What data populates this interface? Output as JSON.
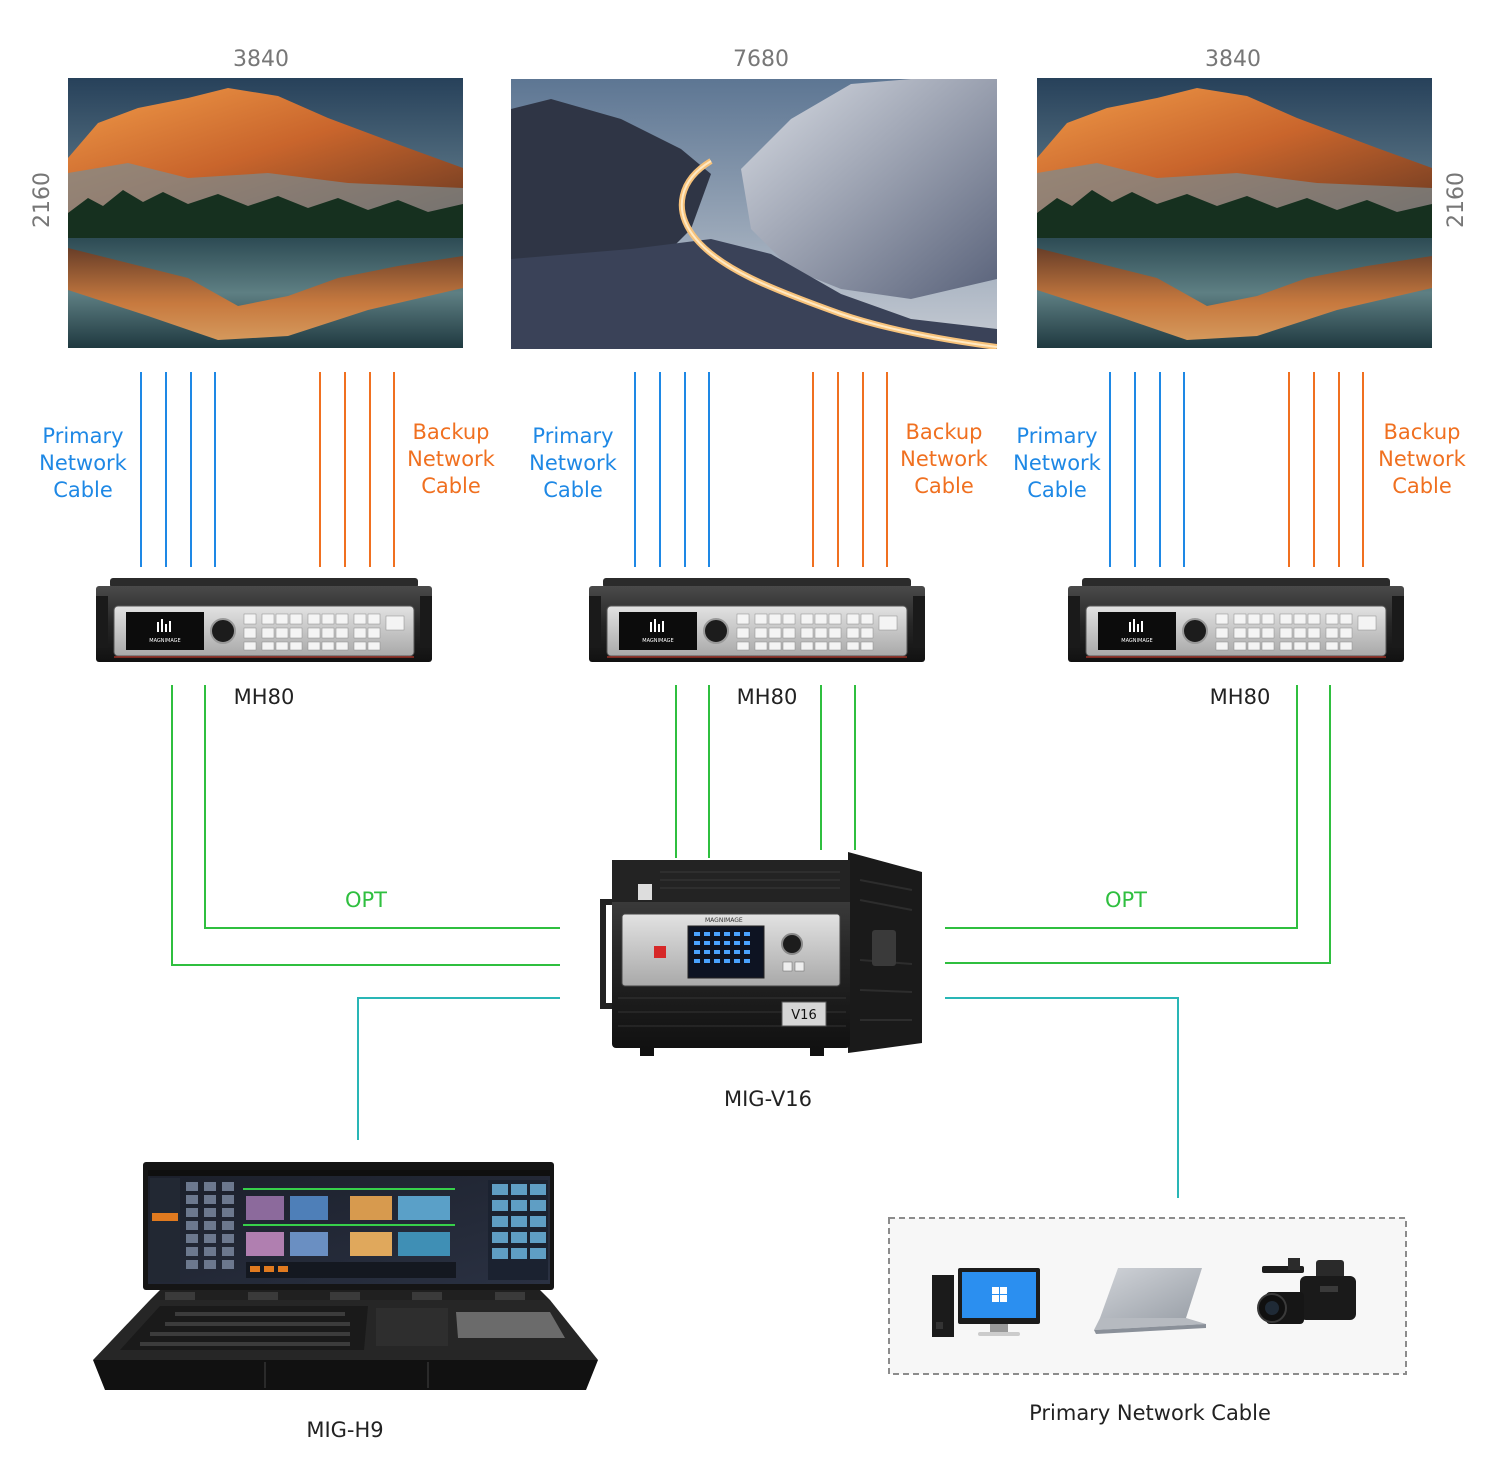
{
  "diagram": {
    "screens": {
      "left": {
        "width_label": "3840",
        "height_label": "2160",
        "image": "mountain-lake-image"
      },
      "center": {
        "width_label": "7680",
        "image": "night-mountain-road-image"
      },
      "right": {
        "width_label": "3840",
        "height_label": "2160",
        "image": "mountain-lake-image"
      }
    },
    "cable_labels": {
      "primary": [
        "Primary",
        "Network",
        "Cable"
      ],
      "backup": [
        "Backup",
        "Network",
        "Cable"
      ]
    },
    "devices": {
      "processor_left": {
        "label": "MH80",
        "logo_text": "MAGNIMAGE"
      },
      "processor_center": {
        "label": "MH80",
        "logo_text": "MAGNIMAGE"
      },
      "processor_right": {
        "label": "MH80",
        "logo_text": "MAGNIMAGE"
      },
      "switcher": {
        "label": "MIG-V16",
        "badge": "V16",
        "logo_text": "MAGNIMAGE"
      },
      "console": {
        "label": "MIG-H9"
      }
    },
    "link_labels": {
      "opt_left": "OPT",
      "opt_right": "OPT"
    },
    "sources_box": {
      "label": "Primary Network Cable",
      "items": [
        "desktop-pc-icon",
        "laptop-icon",
        "camcorder-icon"
      ]
    },
    "colors": {
      "primary_cable": "#1e88e5",
      "backup_cable": "#f07020",
      "opt_link": "#2fbf3f",
      "source_link": "#29b6b6",
      "dimension_text": "#777777",
      "label_text": "#222222"
    }
  }
}
